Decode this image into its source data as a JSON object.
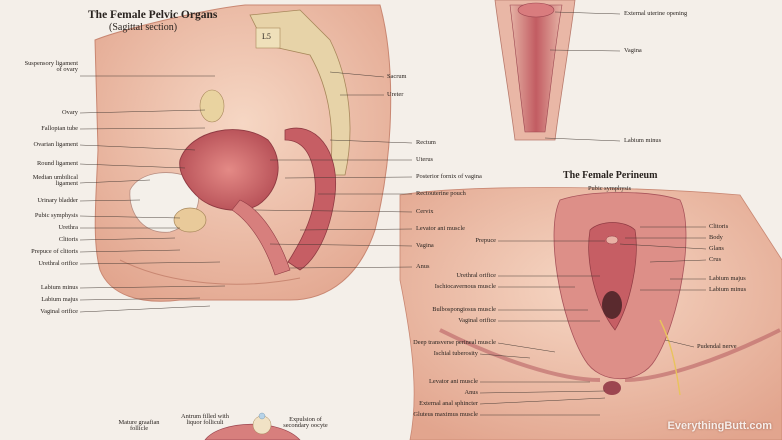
{
  "sagittal": {
    "title": "The Female Pelvic Organs",
    "subtitle": "(Sagittal section)",
    "vertebra": "L5",
    "left_labels": [
      "Suspensory ligament of ovary",
      "Ovary",
      "Fallopian tube",
      "Ovarian ligament",
      "Round ligament",
      "Median umbilical ligament",
      "Urinary bladder",
      "Pubic symphysis",
      "Urethra",
      "Clitoris",
      "Prepuce of clitoris",
      "Urethral orifice",
      "Labium minus",
      "Labium majus",
      "Vaginal orifice"
    ],
    "right_labels": [
      "Sacrum",
      "Ureter",
      "Rectum",
      "Uterus",
      "Posterior fornix of vagina",
      "Rectouterine pouch",
      "Cervix",
      "Levator ani muscle",
      "Vagina",
      "Anus"
    ]
  },
  "vaginal_section": {
    "labels": [
      "External uterine opening",
      "Vagina",
      "Labium minus"
    ]
  },
  "perineum": {
    "title": "The Female Perineum",
    "top_label": "Pubic symphysis",
    "left_labels": [
      "Prepuce",
      "Urethral orifice",
      "Ischiocavernous muscle",
      "Bulbospongiosus muscle",
      "Vaginal orifice",
      "Deep transverse perineal muscle",
      "Ischial tuberosity",
      "Levator ani muscle",
      "Anus",
      "External anal sphincter",
      "Gluteus maximus muscle"
    ],
    "right_labels": [
      "Clitoris",
      "Body",
      "Glans",
      "Crus",
      "Labium majus",
      "Labium minus",
      "Pudendal nerve"
    ]
  },
  "ovary_detail": {
    "labels": [
      "Mature graafian follicle",
      "Antrum filled with liquor folliculi",
      "Expulsion of secondary oocyte"
    ]
  },
  "watermark": "EverythingButt.com",
  "colors": {
    "background": "#f4efe9",
    "muscle": "#c9656a",
    "tissue": "#e9a99b",
    "skin": "#efc6b0",
    "bone": "#e7d3a8"
  }
}
